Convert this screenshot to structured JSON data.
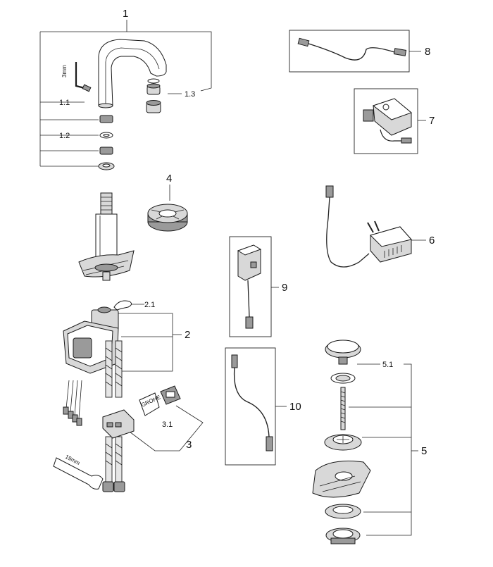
{
  "colors": {
    "line": "#222222",
    "background": "#ffffff",
    "part_fill": "#d8d8d8"
  },
  "labels": {
    "p1": "1",
    "p1_1": "1.1",
    "p1_2": "1.2",
    "p1_3": "1.3",
    "p2": "2",
    "p2_1": "2.1",
    "p3": "3",
    "p3_1": "3.1",
    "p4": "4",
    "p5": "5",
    "p5_1": "5.1",
    "p6": "6",
    "p7": "7",
    "p8": "8",
    "p9": "9",
    "p10": "10"
  },
  "tool_marks": {
    "hex_key": "3mm",
    "wrench": "19mm",
    "module_brand": "GROHE"
  }
}
